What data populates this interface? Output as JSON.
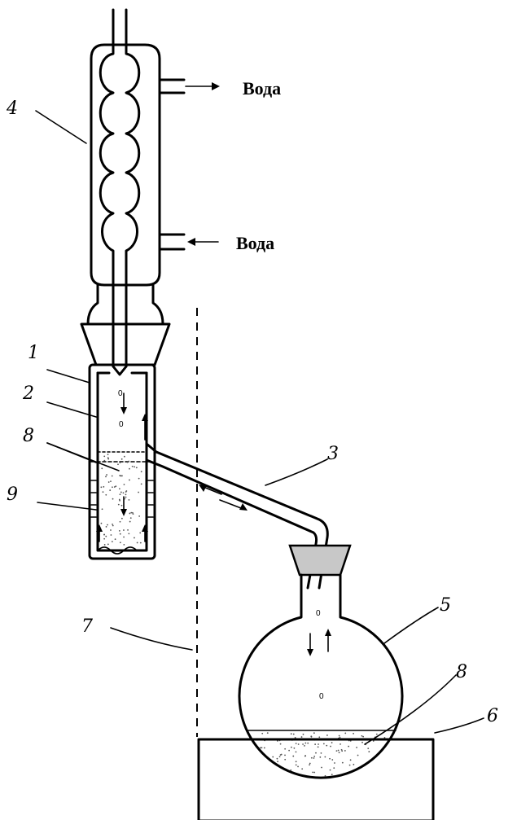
{
  "labels": {
    "water_out": "Вода",
    "water_in": "Вода",
    "callouts": [
      "1",
      "2",
      "8",
      "9",
      "4",
      "3",
      "7",
      "5",
      "8",
      "6"
    ]
  },
  "bubbles": [
    "0",
    "0",
    "0",
    "0"
  ],
  "colors": {
    "line": "#000000",
    "stopper": "#c8c8c8",
    "sample_fill": "#ffffff",
    "dots": "#555555"
  }
}
